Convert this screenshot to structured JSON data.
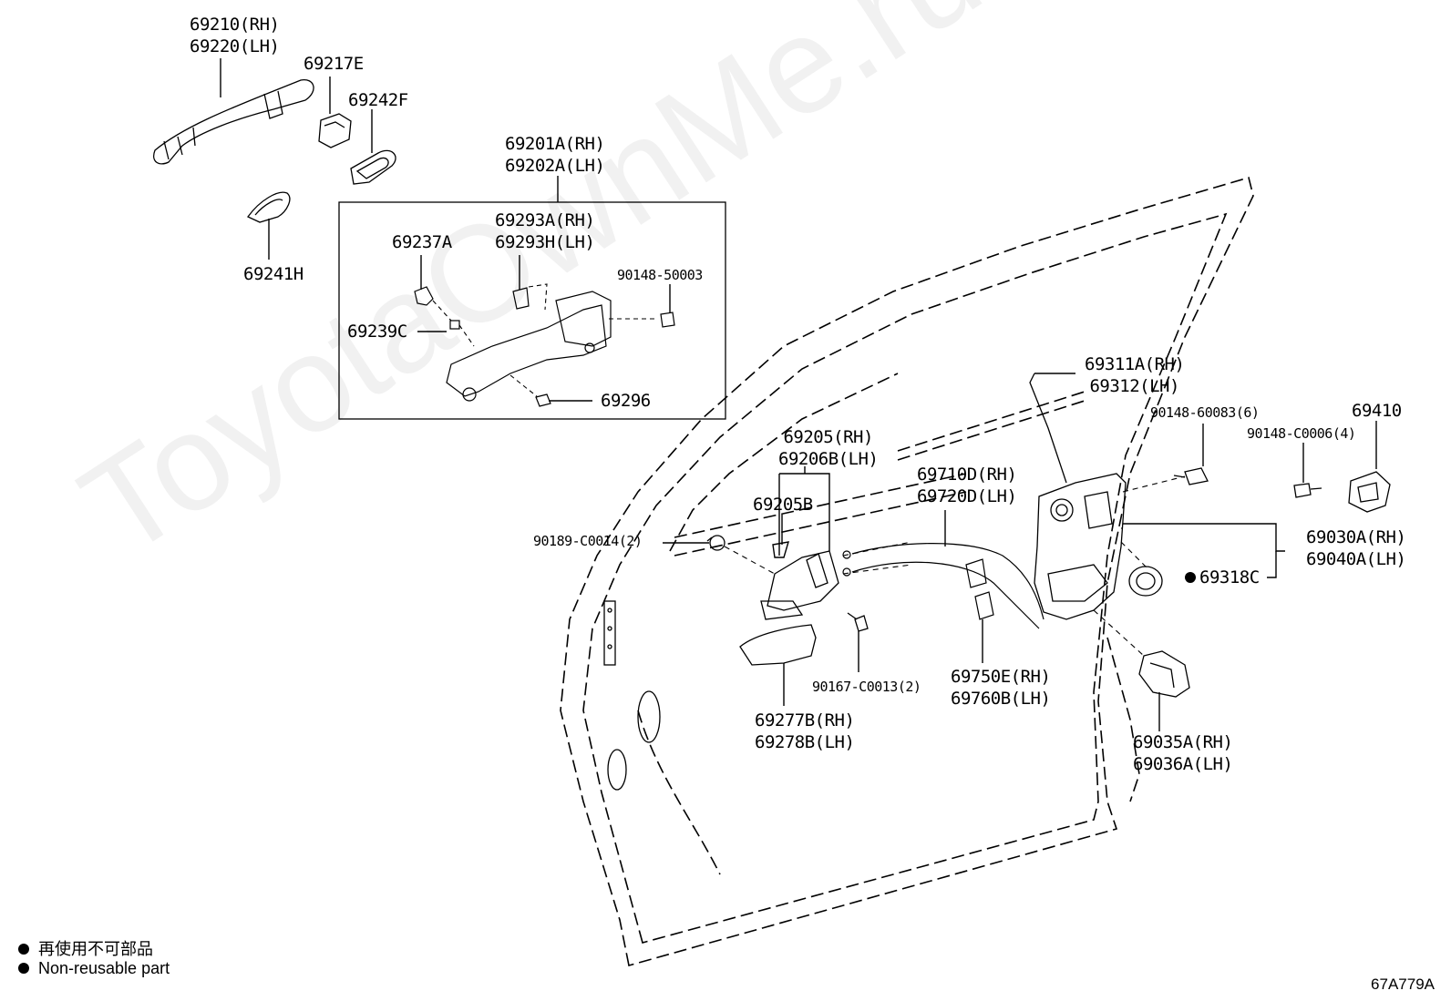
{
  "watermark": "ToyotaOwnMe.ru",
  "diagram_code": "67A779A",
  "legend": {
    "marker": "●",
    "jp": "再使用不可部品",
    "en": "Non-reusable part"
  },
  "parts": {
    "handle_outer": [
      "69210(RH)",
      "69220(LH)"
    ],
    "cap_69217E": "69217E",
    "pad_69242F": "69242F",
    "cover_69241H": "69241H",
    "frame_assy": [
      "69201A(RH)",
      "69202A(LH)"
    ],
    "frame_69293": [
      "69293A(RH)",
      "69293H(LH)"
    ],
    "p69237A": "69237A",
    "p69239C": "69239C",
    "bolt_90148_50003": "90148-50003",
    "screw_69296": "69296",
    "inside_handle": [
      "69205(RH)",
      "69206B(LH)"
    ],
    "p69205B": "69205B",
    "clip_90189": "90189-C0014(2)",
    "bolt_90167": "90167-C0013(2)",
    "bezel_69277": [
      "69277B(RH)",
      "69278B(LH)"
    ],
    "cable_69710": [
      "69710D(RH)",
      "69720D(LH)"
    ],
    "cable_69750": [
      "69750E(RH)",
      "69760B(LH)"
    ],
    "rod_69311": [
      "69311A(RH)",
      "69312(LH)"
    ],
    "screw_90148_60083": "90148-60083(6)",
    "screw_90148_C0006": "90148-C0006(4)",
    "striker_69410": "69410",
    "lock_69030": [
      "69030A(RH)",
      "69040A(LH)"
    ],
    "seal_69318C": "69318C",
    "cover_69035": [
      "69035A(RH)",
      "69036A(LH)"
    ]
  }
}
